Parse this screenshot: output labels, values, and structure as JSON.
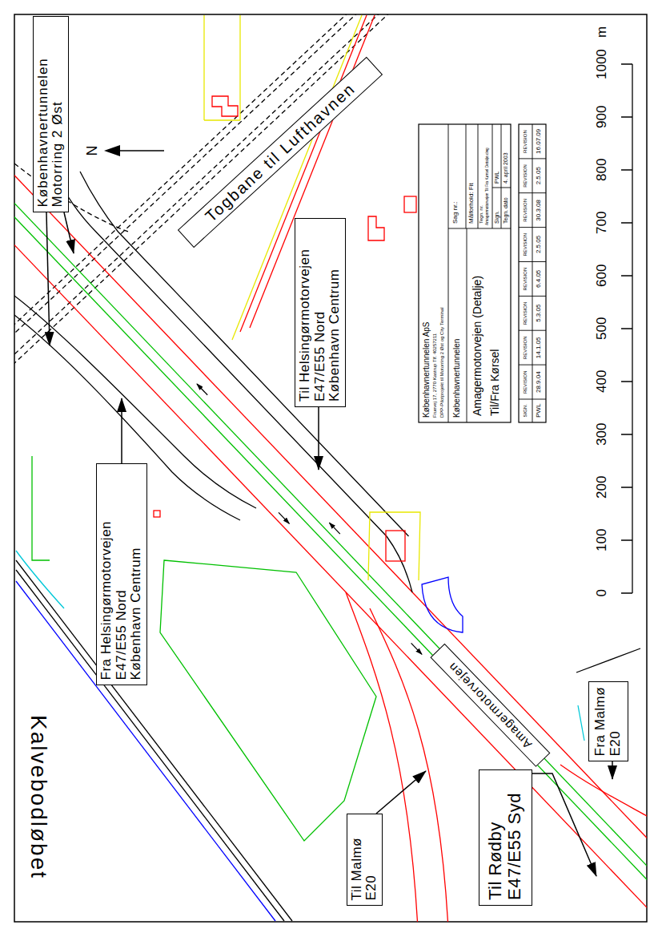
{
  "diagram": {
    "nodes": [
      {
        "text": [
          "Københavnertunnelen",
          "Motorring 2 Øst"
        ]
      },
      {
        "text": [
          "Togbane til Lufthavnen"
        ]
      },
      {
        "text": [
          "Fra Helsingørmotorvejen",
          "E47/E55 Nord",
          "København Centrum"
        ]
      },
      {
        "text": [
          "Til Helsingørmotorvejen",
          "E47/E55 Nord",
          "København Centrum"
        ]
      },
      {
        "text": [
          "Fra Malmø",
          "E20"
        ]
      },
      {
        "text": [
          "Amagermotorvejen"
        ]
      },
      {
        "text": [
          "Til Malmø",
          "E20"
        ]
      },
      {
        "text": [
          "Til Rødby",
          "E47/E55 Syd"
        ]
      }
    ],
    "labels": [
      "Kalvebodløbet",
      "N",
      "0",
      "100",
      "200",
      "300",
      "400",
      "500",
      "600",
      "700",
      "800",
      "900",
      "1000",
      "m",
      "Københavnertunnelen ApS",
      "Fruevej 17, 2770 Kastrup Tlf. 40257211",
      "DPP-Pilotprojekt til Motorring 2 Øst og City Terminal",
      "Københavnertunnelen",
      "Amagermotorvejen (Detalje)",
      "Til/Fra Kørsel",
      "Sag nr.:",
      "Målforhold: Fit",
      "Tegn. nr.",
      "Amagermotorvejen Til Fra Kørsel Detalje.dwg",
      "Sign.",
      "PWL",
      "Tegn. dato",
      "4. april 2003",
      "SIGN.",
      "REVISION",
      "REVISION",
      "REVISION",
      "REVISION",
      "REVISION",
      "REVISION",
      "REVISION",
      "REVISION",
      "PWL",
      "28.9.04",
      "14.1.05",
      "5.3.05",
      "6.4.05",
      "2.5.05",
      "30.3.08",
      "2.5.05",
      "16.07.09"
    ]
  }
}
